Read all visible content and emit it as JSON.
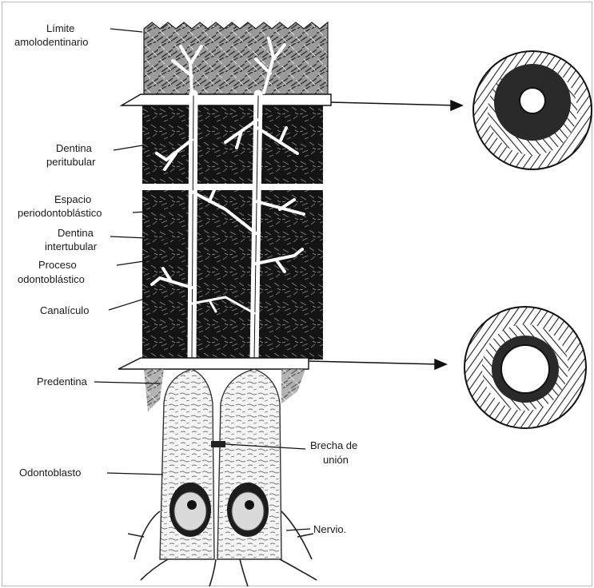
{
  "labels": {
    "limite_line1": "Límite",
    "limite_line2": "amolodentinario",
    "peritubular_line1": "Dentina",
    "peritubular_line2": "peritubular",
    "espacio_line1": "Espacio",
    "espacio_line2": "periodontoblástico",
    "intertubular_line1": "Dentina",
    "intertubular_line2": "intertubular",
    "proceso_line1": "Proceso",
    "proceso_line2": "odontoblástico",
    "canaliculo": "Canalículo",
    "predentina": "Predentina",
    "odontoblasto": "Odontoblasto",
    "brecha_line1": "Brecha de",
    "brecha_line2": "unión",
    "nervio": "Nervio."
  },
  "colors": {
    "ink": "#1a1a1a",
    "dentin_dark": "#151515",
    "enamel_gray": "#8c8c8c",
    "paper": "#ffffff"
  }
}
